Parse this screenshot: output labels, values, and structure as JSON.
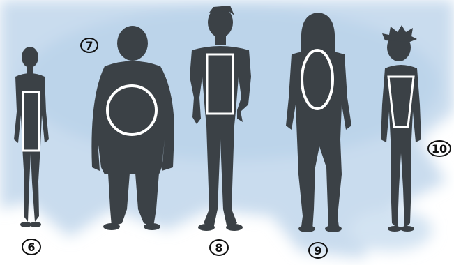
{
  "figures": [
    {
      "number": "6",
      "shape": "rectangle"
    },
    {
      "number": "7",
      "shape": "circle"
    },
    {
      "number": "8",
      "shape": "rectangle"
    },
    {
      "number": "9",
      "shape": "oval"
    },
    {
      "number": "10",
      "shape": "inverted-trapezoid"
    }
  ],
  "colors": {
    "silhouette": "#3b4146",
    "outline": "#ffffff",
    "wash": "#c9dcee",
    "background": "#ffffff",
    "label": "#111111"
  }
}
